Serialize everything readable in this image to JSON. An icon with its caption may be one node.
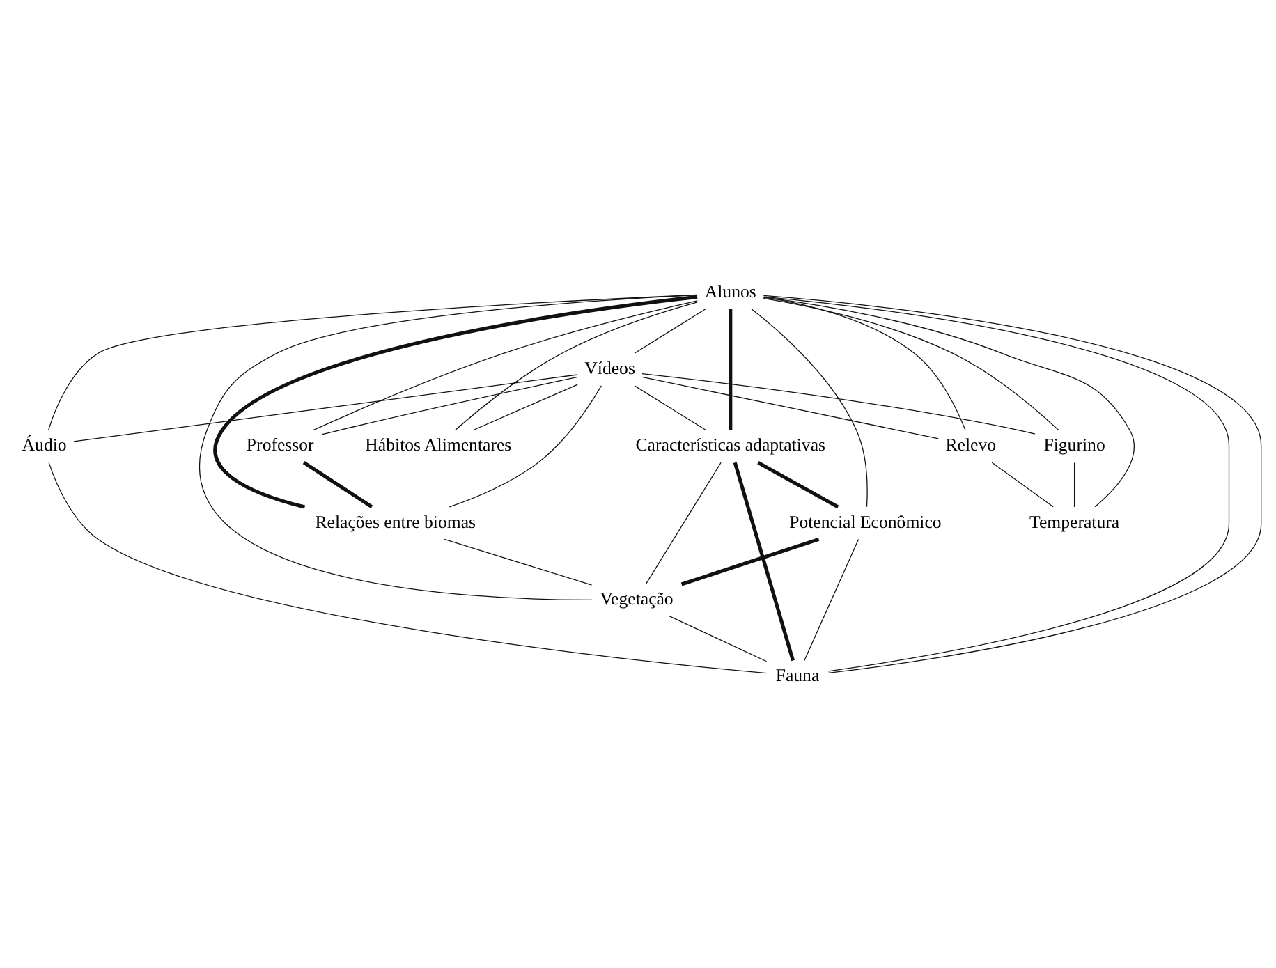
{
  "diagram": {
    "nodes": [
      {
        "text": [
          "Alunos"
        ]
      },
      {
        "text": [
          "Professor"
        ]
      },
      {
        "text": [
          "Vídeos"
        ]
      },
      {
        "text": [
          "Relações entre biomas"
        ]
      },
      {
        "text": [
          "Áudio"
        ]
      },
      {
        "text": [
          "Características adaptativas"
        ]
      },
      {
        "text": [
          "Figurino"
        ]
      },
      {
        "text": [
          "Hábitos Alimentares"
        ]
      },
      {
        "text": [
          "Potencial Econômico"
        ]
      },
      {
        "text": [
          "Vegetação"
        ]
      },
      {
        "text": [
          "Relevo"
        ]
      },
      {
        "text": [
          "Temperatura"
        ]
      },
      {
        "text": [
          "Fauna"
        ]
      }
    ],
    "edges": [
      {
        "from": 0,
        "to": 1,
        "arrow": "none"
      },
      {
        "from": 0,
        "to": 2,
        "arrow": "none"
      },
      {
        "from": 0,
        "to": 3,
        "arrow": "none",
        "style": "thick"
      },
      {
        "from": 0,
        "to": 9,
        "arrow": "none"
      },
      {
        "from": 0,
        "to": 5,
        "arrow": "none",
        "style": "thick"
      },
      {
        "from": 0,
        "to": 4,
        "arrow": "none"
      },
      {
        "from": 0,
        "to": 10,
        "arrow": "none"
      },
      {
        "from": 0,
        "to": 7,
        "arrow": "none"
      },
      {
        "from": 0,
        "to": 6,
        "arrow": "none"
      },
      {
        "from": 0,
        "to": 11,
        "arrow": "none"
      },
      {
        "from": 0,
        "to": 12,
        "arrow": "none"
      },
      {
        "from": 0,
        "to": 12,
        "arrow": "none"
      },
      {
        "from": 0,
        "to": 8,
        "arrow": "none"
      },
      {
        "from": 2,
        "to": 1,
        "arrow": "none"
      },
      {
        "from": 2,
        "to": 4,
        "arrow": "none"
      },
      {
        "from": 2,
        "to": 3,
        "arrow": "none"
      },
      {
        "from": 2,
        "to": 5,
        "arrow": "none"
      },
      {
        "from": 2,
        "to": 10,
        "arrow": "none"
      },
      {
        "from": 2,
        "to": 7,
        "arrow": "none"
      },
      {
        "from": 2,
        "to": 6,
        "arrow": "none"
      },
      {
        "from": 1,
        "to": 3,
        "arrow": "none",
        "style": "thick"
      },
      {
        "from": 3,
        "to": 9,
        "arrow": "none"
      },
      {
        "from": 9,
        "to": 12,
        "arrow": "none"
      },
      {
        "from": 4,
        "to": 12,
        "arrow": "none"
      },
      {
        "from": 6,
        "to": 11,
        "arrow": "none"
      },
      {
        "from": 5,
        "to": 9,
        "arrow": "none"
      },
      {
        "from": 5,
        "to": 8,
        "arrow": "none",
        "style": "thick"
      },
      {
        "from": 5,
        "to": 12,
        "arrow": "none",
        "style": "thick"
      },
      {
        "from": 8,
        "to": 9,
        "arrow": "none",
        "style": "thick"
      },
      {
        "from": 8,
        "to": 12,
        "arrow": "none"
      },
      {
        "from": 10,
        "to": 11,
        "arrow": "none"
      }
    ]
  }
}
